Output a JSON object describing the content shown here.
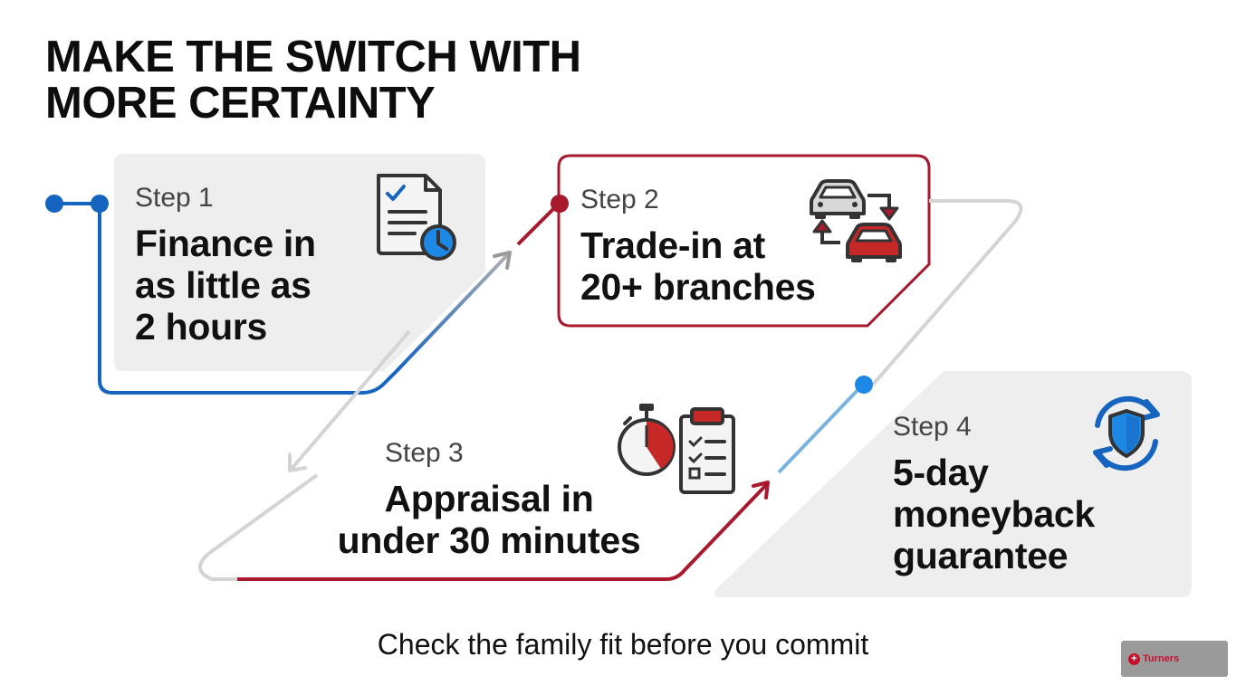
{
  "title": {
    "line1": "MAKE THE SWITCH WITH",
    "line2": "MORE CERTAINTY"
  },
  "steps": [
    {
      "label": "Step 1",
      "lines": [
        "Finance in",
        "as little as",
        "2 hours"
      ],
      "icon": "document-clock-icon"
    },
    {
      "label": "Step 2",
      "lines": [
        "Trade-in at",
        "20+ branches"
      ],
      "icon": "car-swap-icon"
    },
    {
      "label": "Step 3",
      "lines": [
        "Appraisal in",
        "under 30 minutes"
      ],
      "icon": "stopwatch-checklist-icon"
    },
    {
      "label": "Step 4",
      "lines": [
        "5-day",
        "moneyback",
        "guarantee"
      ],
      "icon": "shield-refresh-icon"
    }
  ],
  "footer": "Check the family fit before you commit",
  "logo": {
    "text": "Turners",
    "icon": "turners-logo-icon"
  },
  "colors": {
    "blue": "#1565c0",
    "red": "#a8192e",
    "grey": "#cfcfcf",
    "card": "#eeeeee"
  }
}
